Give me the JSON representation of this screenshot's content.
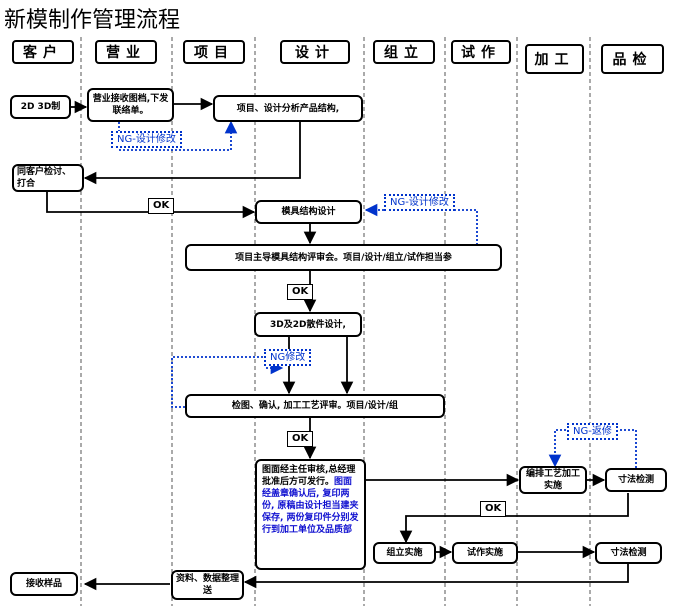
{
  "title": "新模制作管理流程",
  "lanes": [
    "客户",
    "营业",
    "项目",
    "设计",
    "组立",
    "试作",
    "加工",
    "品检"
  ],
  "nodes": {
    "c_2d3d": "2D 3D制",
    "s_receive": "营业接收图档,下发联络单。",
    "p_analyze": "项目、设计分析产品结构,",
    "c_confirm": "同客户检讨、打合",
    "d_mold_design": "模具结构设计",
    "p_review": "项目主导模具结构评审会。项目/设计/组立/试作担当参",
    "d_parts_design": "3D及2D散件设计,",
    "d_check": "检图、确认, 加工工艺评审。项目/设计/组",
    "d_approve_black": "图面经主任审核,总经理批准后方可发行。",
    "d_approve_blue": "图面经盖章确认后, 复印两份, 原稿由设计担当建夹保存, 两份复印件分别发行到加工单位及品质部",
    "m_schedule": "编排工艺加工实施",
    "q_measure1": "寸法检测",
    "a_assembly": "组立实施",
    "t_trial": "试作实施",
    "q_measure2": "寸法检测",
    "c_receive": "接收样品",
    "p_archive": "资料、数据整理送"
  },
  "labels": {
    "ok1": "OK",
    "ok2": "OK",
    "ok3": "OK",
    "ok4": "OK",
    "ng_design1": "NG-设计修改",
    "ng_design2": "NG-设计修改",
    "ng_modify": "NG修改",
    "ng_rework": "NG-返修"
  }
}
